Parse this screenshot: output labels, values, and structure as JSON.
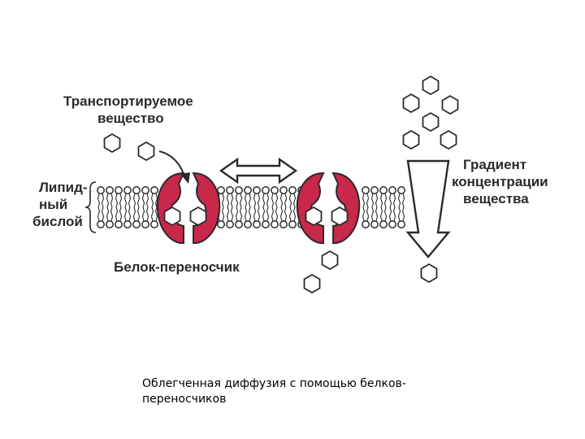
{
  "labels": {
    "transported_line1": "Транспортируемое",
    "transported_line2": "вещество",
    "lipid_line1": "Липид-",
    "lipid_line2": "ный",
    "lipid_line3": "бислой",
    "carrier": "Белок-переносчик",
    "gradient_line1": "Градиент",
    "gradient_line2": "концентрации",
    "gradient_line3": "вещества"
  },
  "caption": {
    "line1": "Облегченная диффузия с помощью белков-",
    "line2": "переносчиков"
  },
  "colors": {
    "protein": "#c8284a",
    "ink": "#2a2a2a"
  },
  "icons": {
    "molecule": "hexagon-icon",
    "arrow": "double-arrow-icon",
    "gradient": "gradient-arrow-icon"
  }
}
